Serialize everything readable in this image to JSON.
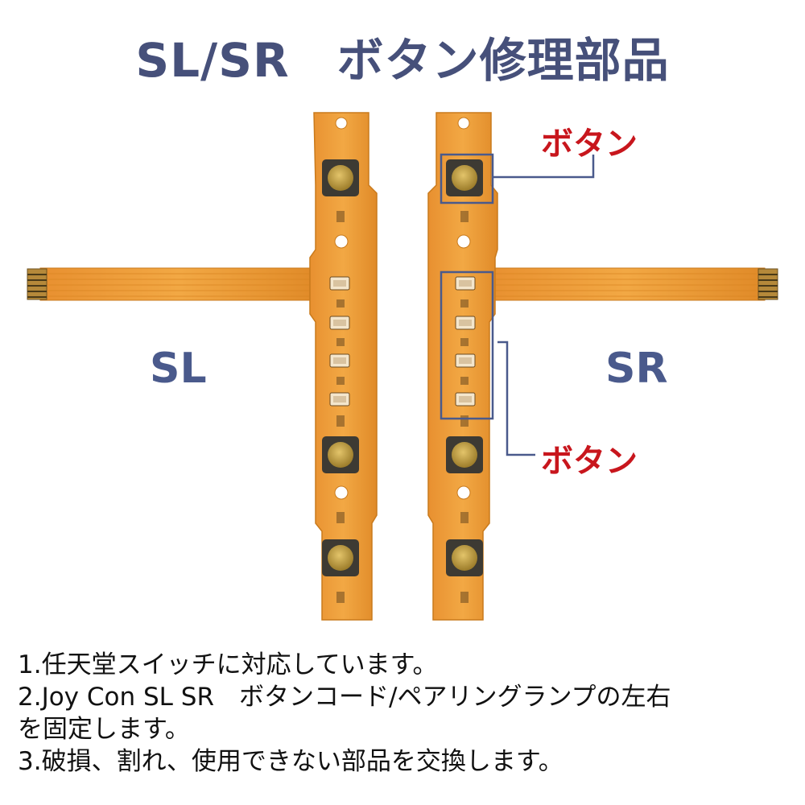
{
  "title": "SL/SR　ボタン修理部品",
  "left_label": "SL",
  "right_label": "SR",
  "callout_top": "ボタン",
  "callout_bottom": "ボタン",
  "notes": [
    "1.任天堂スイッチに対応しています。",
    "2.Joy Con SL SR　ボタンコード/ペアリングランプの左右",
    "を固定します。",
    "3.破損、割れ、使用できない部品を交換します。"
  ],
  "colors": {
    "title": "#46507a",
    "labels": "#4a5a8c",
    "callout": "#c8161d",
    "callout_box": "#4a5a8c",
    "pcb": "#eb9a32",
    "pcb_edge": "#c97a1c",
    "button_body": "#3d3a33",
    "button_cap": "#c8a64a",
    "connector": "#b5893a"
  }
}
